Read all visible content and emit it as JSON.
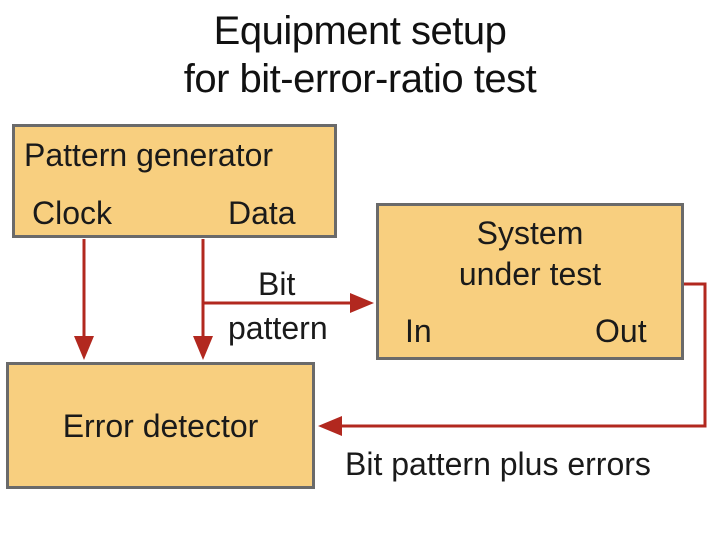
{
  "title": {
    "line1": "Equipment setup",
    "line2": "for bit-error-ratio test"
  },
  "pattern_generator": {
    "label": "Pattern generator",
    "clock_port": "Clock",
    "data_port": "Data"
  },
  "system_under_test": {
    "label_line1": "System",
    "label_line2": "under test",
    "in_port": "In",
    "out_port": "Out"
  },
  "error_detector": {
    "label": "Error detector"
  },
  "connections": {
    "bit_pattern_line1": "Bit",
    "bit_pattern_line2": "pattern",
    "return_label": "Bit pattern plus errors"
  },
  "colors": {
    "box_fill": "#f8cf7f",
    "box_border": "#6a6a6a",
    "arrow": "#b2281f"
  }
}
